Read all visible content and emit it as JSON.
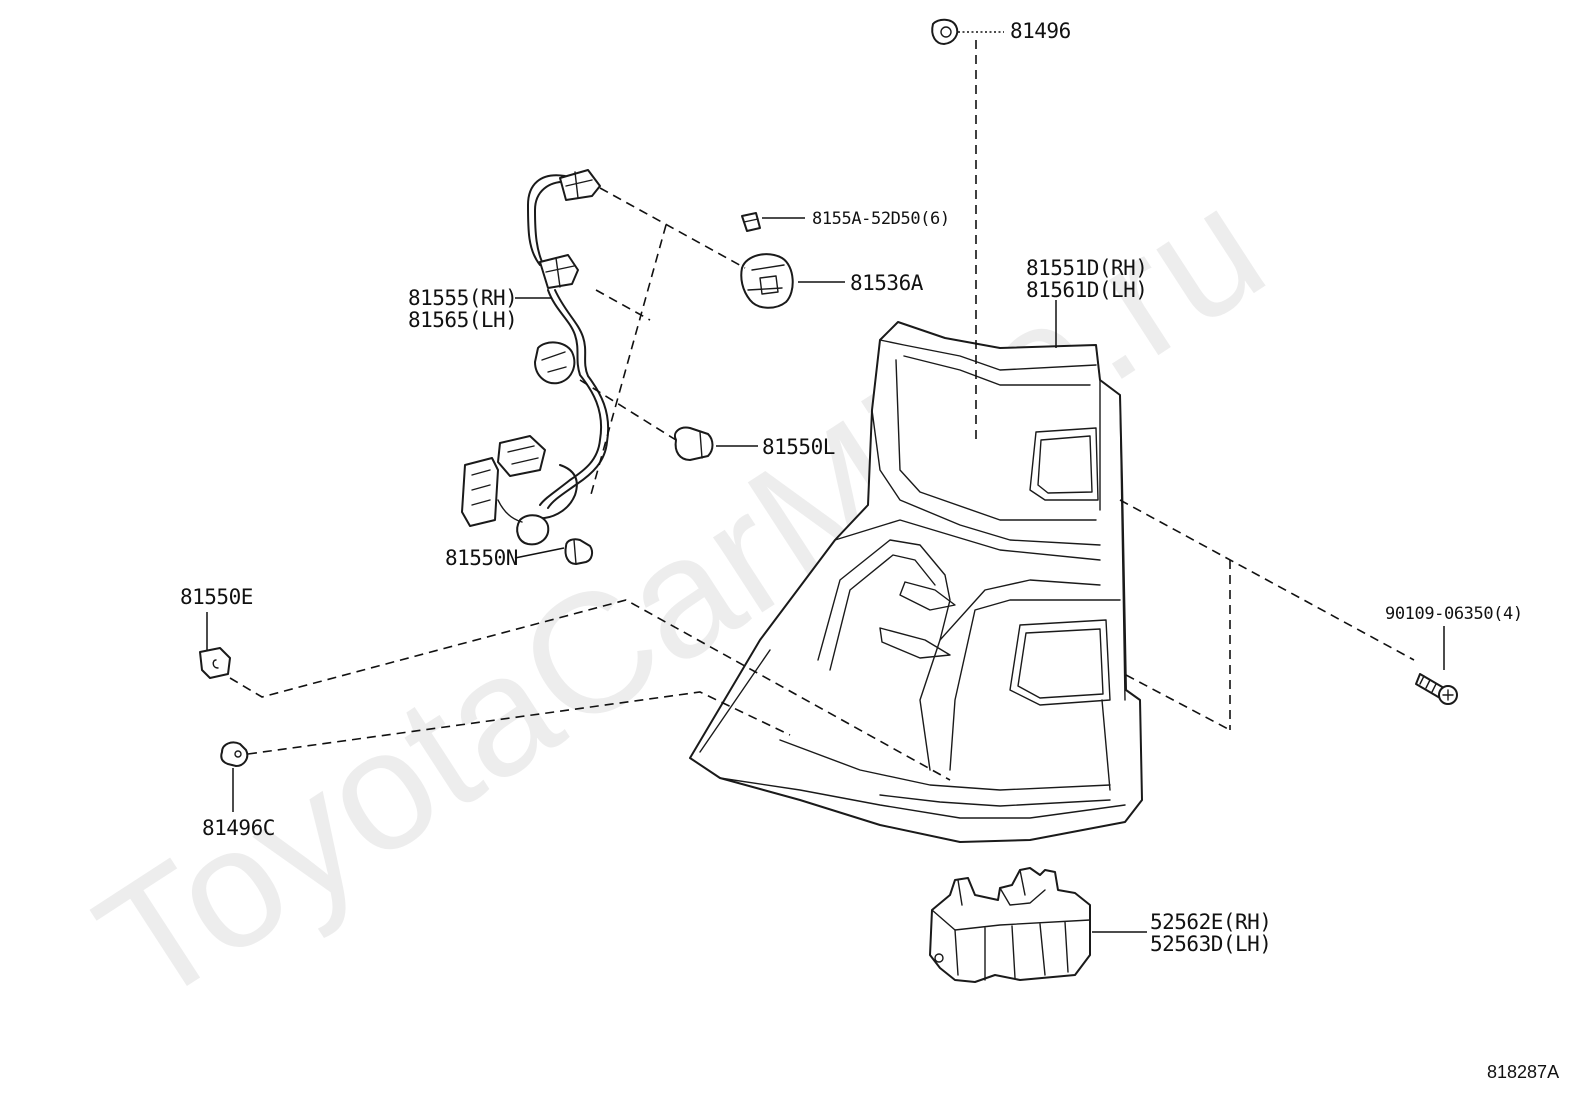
{
  "watermark": "ToyotaCarMine.ru",
  "diagram_code": "818287A",
  "labels": {
    "l81496": "81496",
    "l8155a": "8155A-52D50(6)",
    "l81536a": "81536A",
    "l81551d": "81551D(RH)",
    "l81561d": "81561D(LH)",
    "l81555": "81555(RH)",
    "l81565": "81565(LH)",
    "l81550l": "81550L",
    "l81550n": "81550N",
    "l81550e": "81550E",
    "l90109": "90109-06350(4)",
    "l81496c": "81496C",
    "l52562e": "52562E(RH)",
    "l52563d": "52563D(LH)"
  }
}
